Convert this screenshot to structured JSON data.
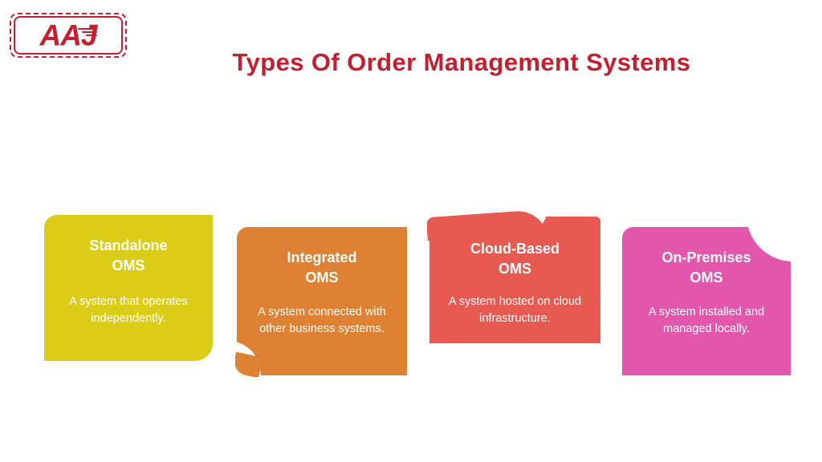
{
  "logo": {
    "text": "AAJ",
    "color": "#C4202F",
    "icon": "speed-lines"
  },
  "header": {
    "title": "Types Of Order Management Systems",
    "title_color": "#C2202F"
  },
  "background_color": "#FFFFFF",
  "cards": [
    {
      "title": "Standalone\nOMS",
      "title_line1": "Standalone",
      "title_line2": "OMS",
      "description": "A system that operates independently.",
      "color": "#DBCC18",
      "shape": "rounded-top-left-bottom-right"
    },
    {
      "title": "Integrated\nOMS",
      "title_line1": "Integrated",
      "title_line2": "OMS",
      "description": "A system connected with other business systems.",
      "color": "#DD8134",
      "shape": "page-curl-bottom-left"
    },
    {
      "title": "Cloud-Based\nOMS",
      "title_line1": "Cloud-Based",
      "title_line2": "OMS",
      "description": "A system hosted on cloud infrastructure.",
      "color": "#E75A52",
      "shape": "page-curl-top-left"
    },
    {
      "title": "On-Premises\nOMS",
      "title_line1": "On-Premises",
      "title_line2": "OMS",
      "description": "A system installed and managed locally.",
      "color": "#E257AB",
      "shape": "curved-top-right"
    }
  ]
}
